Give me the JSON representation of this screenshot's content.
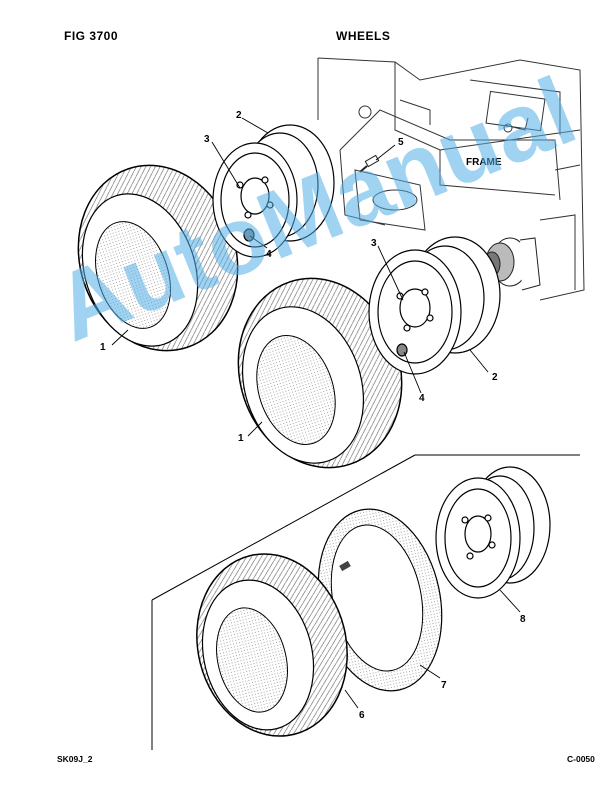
{
  "header": {
    "fig_label": "FIG   3700",
    "title": "WHEELS"
  },
  "labels": {
    "frame": "FRAME",
    "n1a": "1",
    "n1b": "1",
    "n2a": "2",
    "n2b": "2",
    "n3a": "3",
    "n3b": "3",
    "n4a": "4",
    "n4b": "4",
    "n5": "5",
    "n6": "6",
    "n7": "7",
    "n8": "8"
  },
  "footer": {
    "left": "SK09J_2",
    "right": "C-0050"
  },
  "watermark": "AutoManual"
}
